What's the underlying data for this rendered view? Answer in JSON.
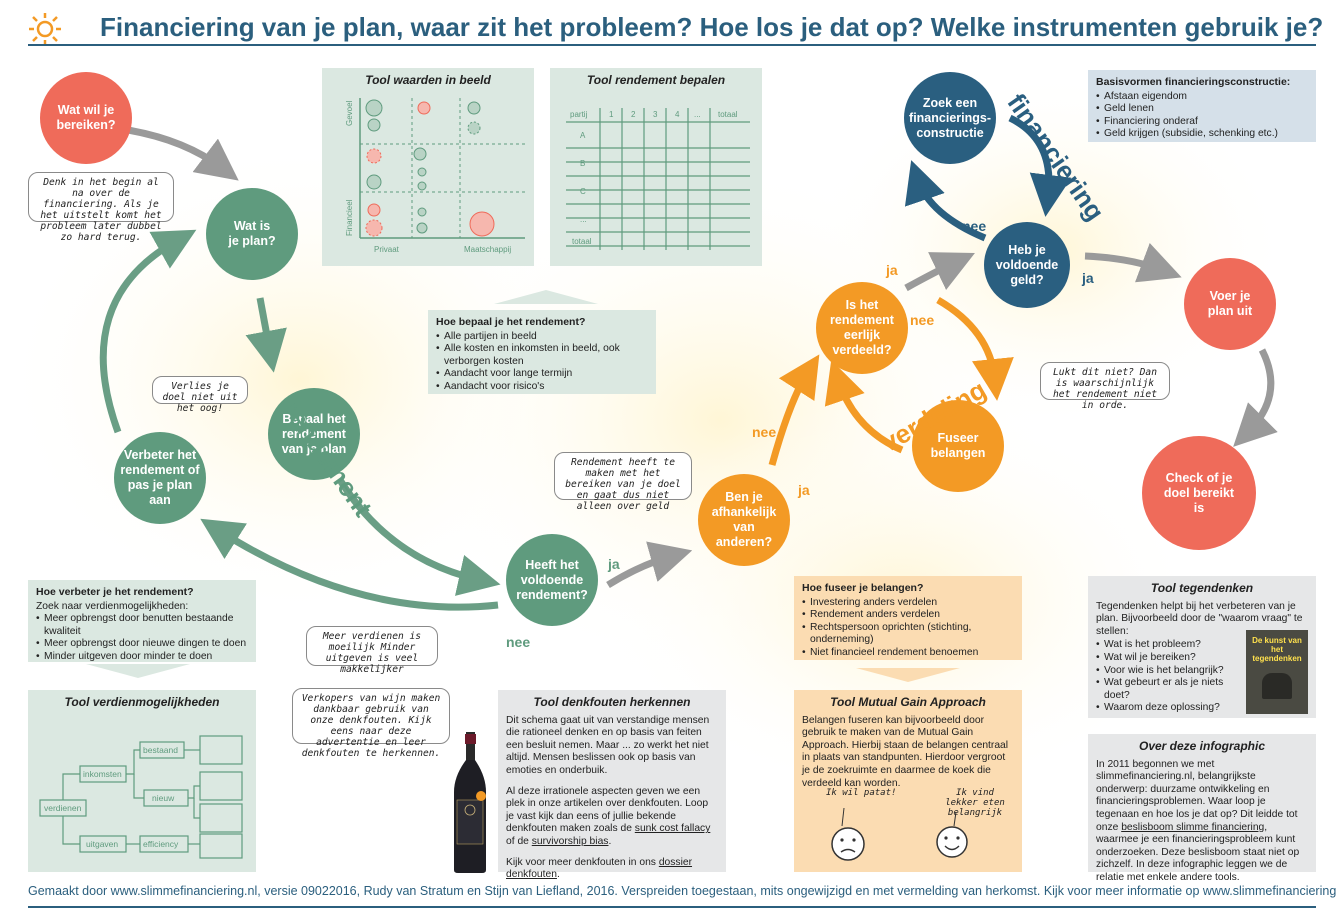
{
  "title": "Financiering van je plan, waar zit het probleem? Hoe los je dat op? Welke instrumenten gebruik je?",
  "footer": "Gemaakt door www.slimmefinanciering.nl, versie 09022016, Rudy van Stratum en Stijn van Liefland, 2016. Verspreiden toegestaan, mits ongewijzigd en met vermelding van herkomst. Kijk voor meer informatie op www.slimmefinanciering.nl",
  "circles": {
    "wat_wil": "Wat wil je bereiken?",
    "wat_plan": "Wat is je plan?",
    "bepaal": "Bepaal het rendement van je plan",
    "verbeter": "Verbeter het rendement of pas je plan aan",
    "heeft_voldoende": "Heeft het voldoende rendement?",
    "afhankelijk": "Ben je afhankelijk van anderen?",
    "eerlijk": "Is het rendement eerlijk verdeeld?",
    "fuseer": "Fuseer belangen",
    "zoek": "Zoek een financierings-constructie",
    "genoeg_geld": "Heb je voldoende geld?",
    "voer_uit": "Voer je plan uit",
    "check": "Check of je doel bereikt is"
  },
  "labels": {
    "ja1": "ja",
    "nee1": "nee",
    "nee2": "nee",
    "ja2": "ja",
    "ja3": "ja",
    "nee3": "nee",
    "nee4": "nee",
    "ja4": "ja",
    "rendement": "rendement",
    "verdeling": "verdeling",
    "financiering": "financiering"
  },
  "bubbles": {
    "denk": "Denk in het begin al na over de financiering. Als je het uitstelt komt het probleem later dubbel zo hard terug.",
    "verlies": "Verlies je doel niet uit het oog!",
    "rendement_maken": "Rendement heeft te maken met het bereiken van je doel en gaat dus niet alleen over geld",
    "meer_verdienen": "Meer verdienen is moeilijk Minder uitgeven is veel makkelijker",
    "verkopers": "Verkopers van wijn maken dankbaar gebruik van onze denkfouten. Kijk eens naar deze advertentie en leer denkfouten te herkennen.",
    "lukt": "Lukt dit niet? Dan is waarschijnlijk het rendement niet in orde."
  },
  "tool_waarden": {
    "title": "Tool waarden in beeld",
    "y_top": "Gevoel",
    "y_bottom": "Financieel",
    "x_left": "Privaat",
    "x_right": "Maatschappij"
  },
  "tool_rendement": {
    "title": "Tool rendement bepalen",
    "headers": [
      "partij",
      "1",
      "2",
      "3",
      "4",
      "...",
      "totaal"
    ],
    "rows": [
      "A",
      "B",
      "C",
      "...",
      "totaal"
    ]
  },
  "hoe_bepaal": {
    "title": "Hoe bepaal je het rendement?",
    "items": [
      "Alle partijen in beeld",
      "Alle kosten en inkomsten in beeld, ook verborgen kosten",
      "Aandacht voor lange termijn",
      "Aandacht voor risico's"
    ]
  },
  "basisvormen": {
    "title": "Basisvormen financieringsconstructie:",
    "items": [
      "Afstaan eigendom",
      "Geld lenen",
      "Financiering onderaf",
      "Geld krijgen (subsidie, schenking etc.)"
    ]
  },
  "hoe_verbeter": {
    "title": "Hoe verbeter je het rendement?",
    "intro": "Zoek naar verdienmogelijkheden:",
    "items": [
      "Meer opbrengst door benutten bestaande kwaliteit",
      "Meer opbrengst door nieuwe dingen te doen",
      "Minder uitgeven door minder te doen"
    ]
  },
  "tool_verdien": {
    "title": "Tool verdienmogelijkheden",
    "nodes": [
      "verdienen",
      "inkomsten",
      "bestaand",
      "nieuw",
      "uitgaven",
      "efficiency"
    ]
  },
  "tool_denkfouten": {
    "title": "Tool denkfouten herkennen",
    "p1": "Dit schema gaat uit van verstandige mensen die rationeel denken en op basis van feiten een besluit nemen. Maar ... zo werkt het niet altijd. Mensen beslissen ook op basis van emoties en onderbuik.",
    "p2a": "Al deze irrationele aspecten geven we een plek in onze artikelen over denkfouten. Loop je vast kijk dan eens of jullie bekende denkfouten maken zoals de ",
    "p2link1": "sunk cost fallacy",
    "p2b": " of de ",
    "p2link2": "survivorship bias",
    "p2c": ".",
    "p3a": "Kijk voor meer denkfouten in ons ",
    "p3link": "dossier denkfouten",
    "p3b": "."
  },
  "hoe_fuseer": {
    "title": "Hoe fuseer je belangen?",
    "items": [
      "Investering anders verdelen",
      "Rendement anders verdelen",
      "Rechtspersoon oprichten (stichting, onderneming)",
      "Niet financieel rendement benoemen"
    ]
  },
  "tool_mutual": {
    "title": "Tool Mutual Gain Approach",
    "text": "Belangen fuseren kan bijvoorbeeld door gebruik te maken van de Mutual Gain Approach. Hierbij staan de belangen centraal in plaats van standpunten. Hierdoor vergroot je de zoekruimte en daarmee de koek die verdeeld kan worden.",
    "say1": "Ik wil patat!",
    "say2": "Ik vind lekker eten belangrijk"
  },
  "tool_tegendenken": {
    "title": "Tool tegendenken",
    "intro": "Tegendenken helpt bij het verbeteren van je plan. Bijvoorbeeld door de \"waarom vraag\" te stellen:",
    "items": [
      "Wat is het probleem?",
      "Wat wil je bereiken?",
      "Voor wie is het belangrijk?",
      "Wat gebeurt er als je niets doet?",
      "Waarom deze oplossing?"
    ],
    "book": "De kunst van het tegendenken"
  },
  "over": {
    "title": "Over deze infographic",
    "a": "In 2011 begonnen we met slimmefinanciering.nl, belangrijkste onderwerp: duurzame ontwikkeling en financieringsproblemen. Waar loop je tegenaan en hoe los je dat op? Dit leidde tot onze ",
    "link": "beslisboom slimme financiering",
    "b": ", waarmee je een financieringsprobleem kunt onderzoeken. Deze beslisboom staat niet op zichzelf. In deze infographic leggen we de relatie met enkele andere tools."
  },
  "colors": {
    "red": "#ef6b5a",
    "green": "#5f9b7e",
    "orange": "#f39a25",
    "blue": "#2a5f80",
    "gray": "#9a9a9a"
  }
}
